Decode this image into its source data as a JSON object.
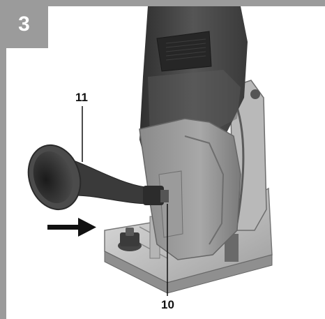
{
  "figure": {
    "number": "3",
    "labels": [
      "11",
      "10"
    ]
  },
  "colors": {
    "frame": "#9b9b9b",
    "badge_text": "#ffffff",
    "tool_body": "#3f3f3f",
    "tool_plate": "#c6c6c6"
  },
  "icons": {
    "arrow": "arrow-right-icon"
  }
}
